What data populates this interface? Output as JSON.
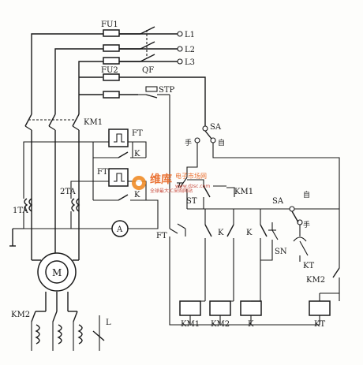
{
  "fuses": {
    "fu1": "FU1",
    "fu2": "FU2"
  },
  "lines": {
    "l1": "L1",
    "l2": "L2",
    "l3": "L3"
  },
  "breaker": "QF",
  "stop_button": "STP",
  "selector_top": {
    "label": "SA",
    "manual": "手",
    "auto": "自"
  },
  "selector_right": {
    "label": "SA",
    "manual": "手",
    "auto": "自"
  },
  "contactors": {
    "km1": "KM1",
    "km2": "KM2"
  },
  "relays": {
    "ft": "FT",
    "k": "K",
    "kt": "KT"
  },
  "current_transformers": {
    "ta1": "1TA",
    "ta2": "2TA"
  },
  "ammeter": "A",
  "motor": "M",
  "reactor": "L",
  "buttons": {
    "st": "ST",
    "sn": "SN"
  },
  "coils": [
    "KM1",
    "KM2",
    "K",
    "KT"
  ],
  "watermark": {
    "brand": "维库",
    "title": "电子市场网",
    "slogan": "全球最大IC采购网站",
    "url": "www.dzsc.com"
  }
}
